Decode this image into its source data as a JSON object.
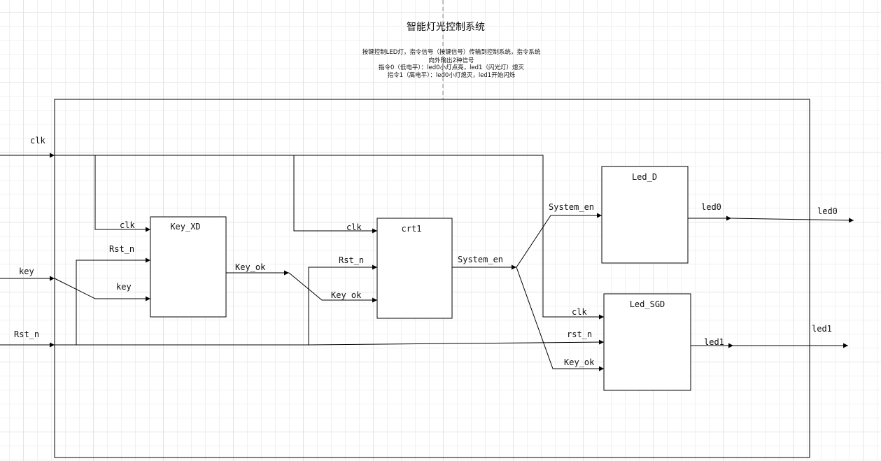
{
  "title": "智能灯光控制系统",
  "description": [
    "按键控制LED灯，指令信号（按键信号）传输到控制系统，指令系统",
    "向外输出2种信号",
    "指令0（低电平）：led0小灯点亮，led1（闪光灯）熄灭",
    "指令1（高电平）：led0小灯熄灭，led1开始闪烁"
  ],
  "inputs": {
    "clk": "clk",
    "key": "key",
    "rst_n": "Rst_n"
  },
  "outputs": {
    "led0": "led0",
    "led1": "led1"
  },
  "modules": {
    "key_xd": {
      "name": "Key_XD",
      "ports": {
        "clk": "clk",
        "rst_n": "Rst_n",
        "key": "key",
        "key_ok": "Key_ok"
      }
    },
    "crt1": {
      "name": "crt1",
      "ports": {
        "clk": "clk",
        "rst_n": "Rst_n",
        "key_ok": "Key_ok",
        "system_en": "System_en"
      }
    },
    "led_d": {
      "name": "Led_D",
      "ports": {
        "system_en": "System_en",
        "led0": "led0"
      }
    },
    "led_sgd": {
      "name": "Led_SGD",
      "ports": {
        "clk": "clk",
        "rst_n": "rst_n",
        "key_ok": "Key_ok",
        "led1": "led1"
      }
    }
  }
}
